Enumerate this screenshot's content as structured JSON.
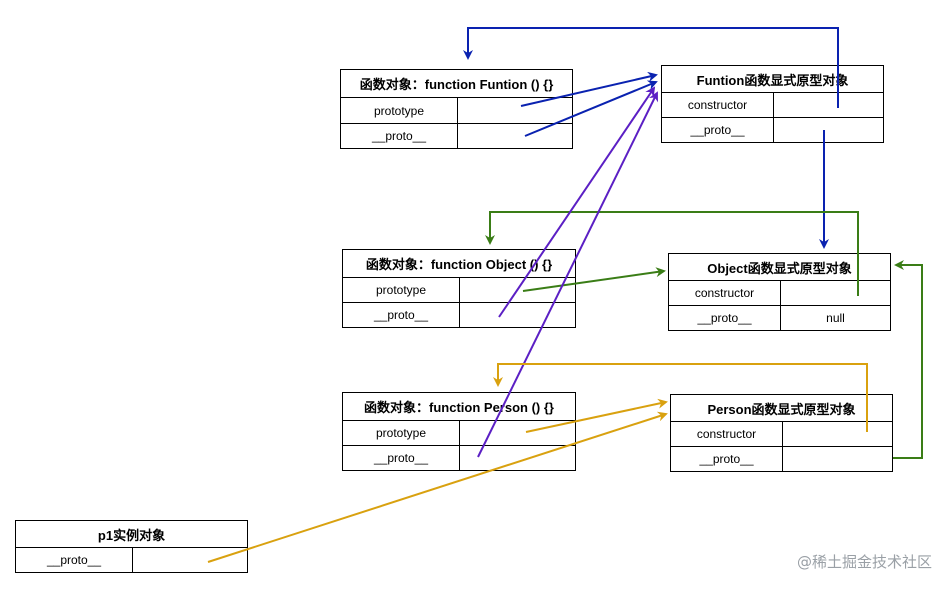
{
  "tables": {
    "funtion_func": {
      "header": "函数对象：function Funtion () {}",
      "rows": [
        {
          "key": "prototype",
          "value": ""
        },
        {
          "key": "__proto__",
          "value": ""
        }
      ]
    },
    "funtion_proto": {
      "header": "Funtion函数显式原型对象",
      "rows": [
        {
          "key": "constructor",
          "value": ""
        },
        {
          "key": "__proto__",
          "value": ""
        }
      ]
    },
    "object_func": {
      "header": "函数对象：function Object () {}",
      "rows": [
        {
          "key": "prototype",
          "value": ""
        },
        {
          "key": "__proto__",
          "value": ""
        }
      ]
    },
    "object_proto": {
      "header": "Object函数显式原型对象",
      "rows": [
        {
          "key": "constructor",
          "value": ""
        },
        {
          "key": "__proto__",
          "value": "null"
        }
      ]
    },
    "person_func": {
      "header": "函数对象：function Person () {}",
      "rows": [
        {
          "key": "prototype",
          "value": ""
        },
        {
          "key": "__proto__",
          "value": ""
        }
      ]
    },
    "person_proto": {
      "header": "Person函数显式原型对象",
      "rows": [
        {
          "key": "constructor",
          "value": ""
        },
        {
          "key": "__proto__",
          "value": ""
        }
      ]
    },
    "p1_instance": {
      "header": "p1实例对象",
      "rows": [
        {
          "key": "__proto__",
          "value": ""
        }
      ]
    }
  },
  "arrow_colors": {
    "funtion": "#0a22b0",
    "object": "#3a7d16",
    "person": "#d9a10f",
    "proto_chain": "#5b1fc4"
  },
  "watermark": "@稀土掘金技术社区"
}
